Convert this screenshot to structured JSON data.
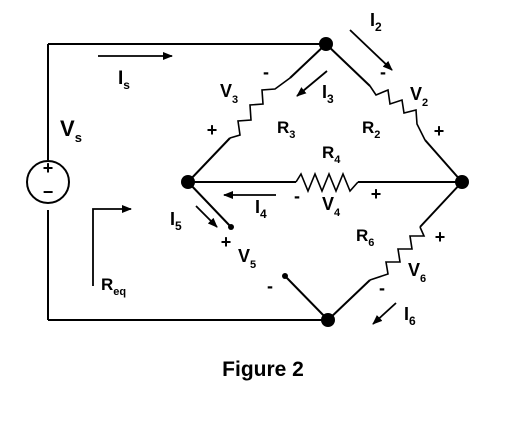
{
  "caption": "Figure 2",
  "source": {
    "name": "V",
    "sub": "s",
    "plus": "+",
    "minus": "−"
  },
  "currents": {
    "Is": {
      "name": "I",
      "sub": "s"
    },
    "I2": {
      "name": "I",
      "sub": "2"
    },
    "I3": {
      "name": "I",
      "sub": "3"
    },
    "I4": {
      "name": "I",
      "sub": "4"
    },
    "I5": {
      "name": "I",
      "sub": "5"
    },
    "I6": {
      "name": "I",
      "sub": "6"
    }
  },
  "resistors": {
    "R2": {
      "name": "R",
      "sub": "2"
    },
    "R3": {
      "name": "R",
      "sub": "3"
    },
    "R4": {
      "name": "R",
      "sub": "4"
    },
    "R6": {
      "name": "R",
      "sub": "6"
    }
  },
  "voltages": {
    "V2": {
      "name": "V",
      "sub": "2"
    },
    "V3": {
      "name": "V",
      "sub": "3"
    },
    "V4": {
      "name": "V",
      "sub": "4"
    },
    "V5": {
      "name": "V",
      "sub": "5"
    },
    "V6": {
      "name": "V",
      "sub": "6"
    }
  },
  "req": {
    "name": "R",
    "sub": "eq"
  },
  "signs": {
    "plus": "+",
    "minus": "-"
  }
}
